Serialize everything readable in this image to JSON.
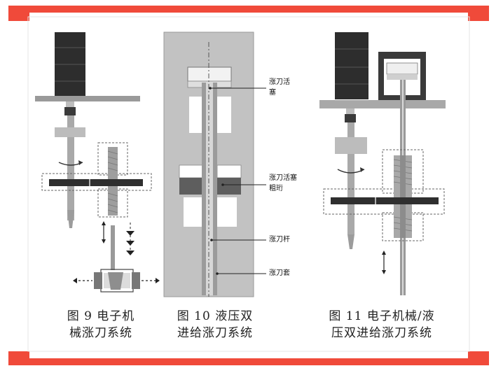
{
  "colors": {
    "accent": "#f04a3a",
    "dark_block": "#2d2d2d",
    "mid_gray": "#8f8f8f",
    "light_gray": "#c8c8c8",
    "housing_gray": "#d8d8d8"
  },
  "figures": [
    {
      "caption_line1": "图 9  电子机",
      "caption_line2": "械涨刀系统"
    },
    {
      "caption_line1": "图 10  液压双",
      "caption_line2": "进给涨刀系统"
    },
    {
      "caption_line1": "图 11  电子机械/液",
      "caption_line2": "压双进给涨刀系统"
    }
  ],
  "labels": {
    "piston_line1": "涨刀活",
    "piston_line2": "塞",
    "rough_line1": "涨刀活塞",
    "rough_line2": "粗珩",
    "rod": "涨刀杆",
    "sleeve": "涨刀套"
  }
}
